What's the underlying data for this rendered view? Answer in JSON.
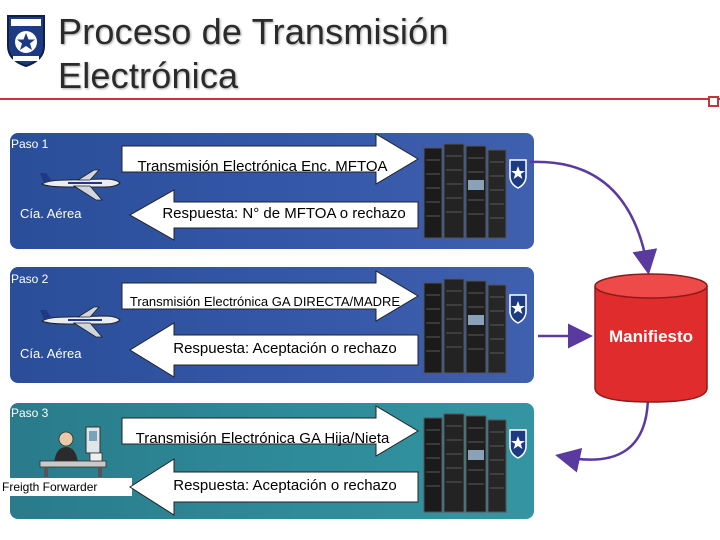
{
  "title": {
    "line1": "Proceso de Transmisión",
    "line2": "Electrónica"
  },
  "steps": [
    {
      "label": "Paso 1",
      "sender": "Cía. Aérea",
      "forward": "Transmisión Electrónica Enc. MFTOA",
      "response": "Respuesta: N° de MFTOA o rechazo"
    },
    {
      "label": "Paso 2",
      "sender": "Cía. Aérea",
      "forward": "Transmisión Electrónica GA DIRECTA/MADRE",
      "response": "Respuesta: Aceptación o rechazo"
    },
    {
      "label": "Paso 3",
      "sender": "Freigth Forwarder",
      "forward": "Transmisión Electrónica GA Hija/Nieta",
      "response": "Respuesta: Aceptación o rechazo"
    }
  ],
  "database": {
    "label": "Manifiesto"
  },
  "colors": {
    "panel_blue": "#3557a8",
    "panel_teal": "#2e8b99",
    "database_red": "#e02c2c",
    "connector_purple": "#5b3aa0",
    "accent_red": "#c8343a"
  },
  "icons": {
    "logo": "customs-badge-logo",
    "airplane": "airplane-icon",
    "server": "server-rack-icon",
    "forwarder": "freight-forwarder-icon",
    "database": "database-cylinder-icon"
  }
}
